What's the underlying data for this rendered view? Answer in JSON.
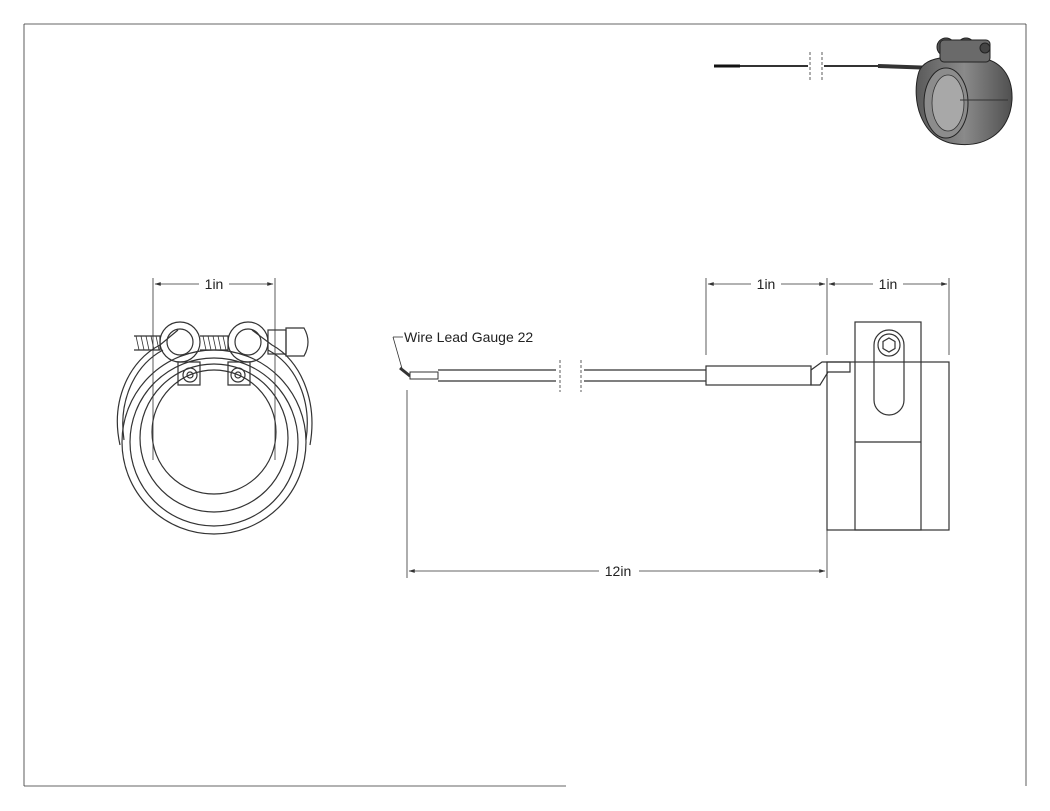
{
  "drawing": {
    "dimensions": {
      "front_width": "1in",
      "lead_extension": "1in",
      "heater_width": "1in",
      "total_length": "12in"
    },
    "note": "Wire Lead Gauge 22"
  },
  "colors": {
    "line": "#333333",
    "iso_body": "#6e6e6e",
    "iso_dark": "#4a4a4a"
  }
}
